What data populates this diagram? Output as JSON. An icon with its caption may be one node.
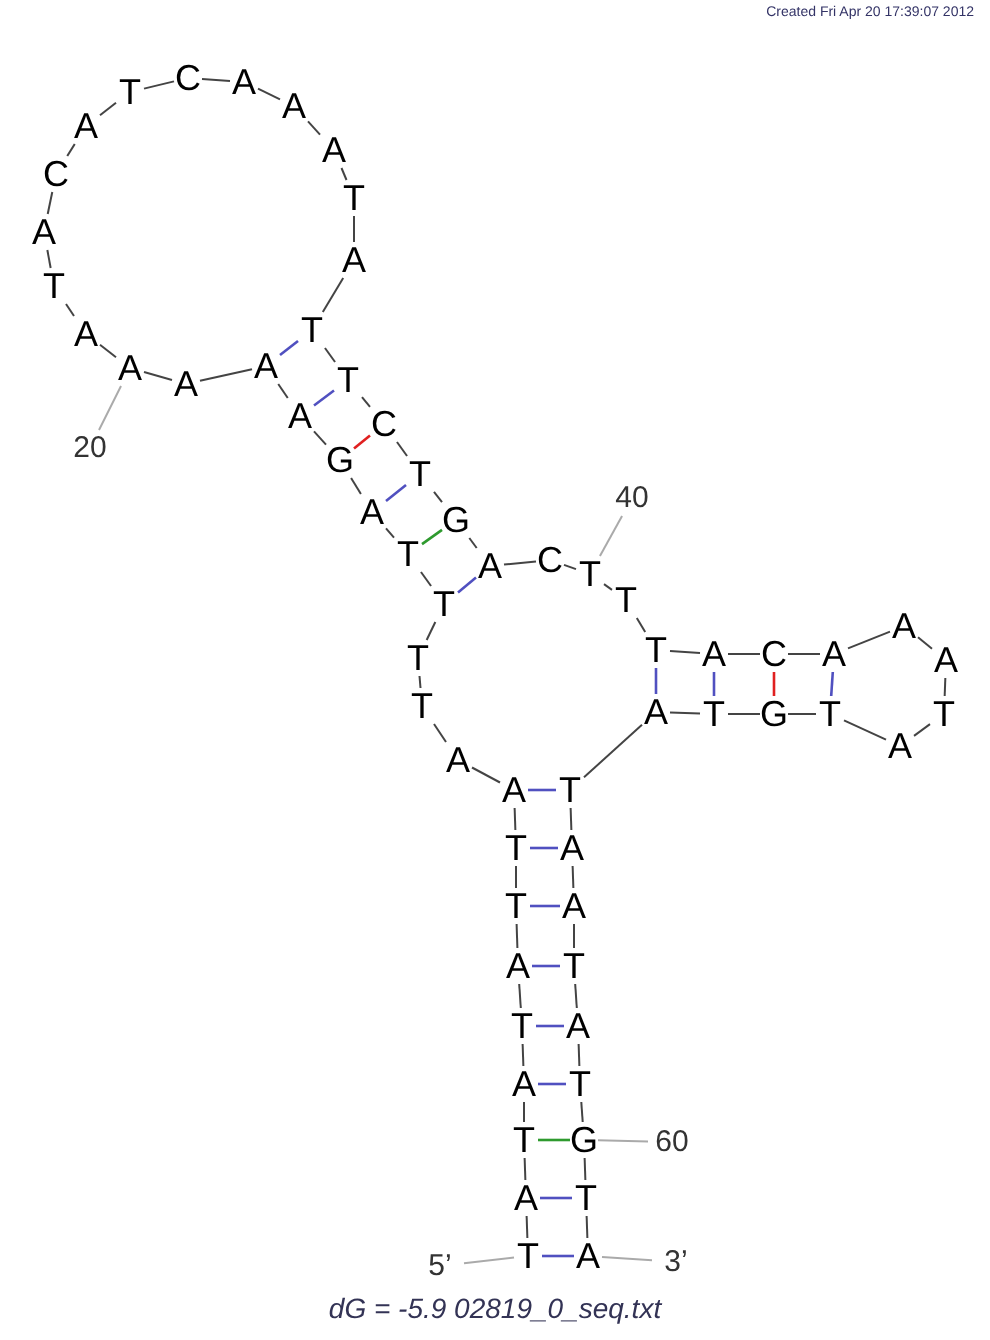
{
  "diagram": {
    "caption": "dG = -5.9 02819_0_seq.txt",
    "nodes": [
      {
        "text": [
          "T"
        ]
      },
      {
        "text": [
          "A"
        ]
      },
      {
        "text": [
          "T"
        ]
      },
      {
        "text": [
          "A"
        ]
      },
      {
        "text": [
          "T"
        ]
      },
      {
        "text": [
          "A"
        ]
      },
      {
        "text": [
          "T"
        ]
      },
      {
        "text": [
          "T"
        ]
      },
      {
        "text": [
          "A"
        ]
      },
      {
        "text": [
          "A"
        ]
      },
      {
        "text": [
          "T"
        ]
      },
      {
        "text": [
          "T"
        ]
      },
      {
        "text": [
          "T"
        ]
      },
      {
        "text": [
          "T"
        ]
      },
      {
        "text": [
          "A"
        ]
      },
      {
        "text": [
          "G"
        ]
      },
      {
        "text": [
          "A"
        ]
      },
      {
        "text": [
          "A"
        ]
      },
      {
        "text": [
          "A"
        ]
      },
      {
        "text": [
          "A"
        ]
      },
      {
        "text": [
          "A"
        ]
      },
      {
        "text": [
          "T"
        ]
      },
      {
        "text": [
          "A"
        ]
      },
      {
        "text": [
          "C"
        ]
      },
      {
        "text": [
          "A"
        ]
      },
      {
        "text": [
          "T"
        ]
      },
      {
        "text": [
          "C"
        ]
      },
      {
        "text": [
          "A"
        ]
      },
      {
        "text": [
          "A"
        ]
      },
      {
        "text": [
          "A"
        ]
      },
      {
        "text": [
          "T"
        ]
      },
      {
        "text": [
          "A"
        ]
      },
      {
        "text": [
          "T"
        ]
      },
      {
        "text": [
          "T"
        ]
      },
      {
        "text": [
          "C"
        ]
      },
      {
        "text": [
          "T"
        ]
      },
      {
        "text": [
          "G"
        ]
      },
      {
        "text": [
          "A"
        ]
      },
      {
        "text": [
          "C"
        ]
      },
      {
        "text": [
          "T"
        ]
      },
      {
        "text": [
          "T"
        ]
      },
      {
        "text": [
          "T"
        ]
      },
      {
        "text": [
          "A"
        ]
      },
      {
        "text": [
          "C"
        ]
      },
      {
        "text": [
          "A"
        ]
      },
      {
        "text": [
          "A"
        ]
      },
      {
        "text": [
          "A"
        ]
      },
      {
        "text": [
          "T"
        ]
      },
      {
        "text": [
          "A"
        ]
      },
      {
        "text": [
          "T"
        ]
      },
      {
        "text": [
          "G"
        ]
      },
      {
        "text": [
          "T"
        ]
      },
      {
        "text": [
          "A"
        ]
      },
      {
        "text": [
          "T"
        ]
      },
      {
        "text": [
          "A"
        ]
      },
      {
        "text": [
          "A"
        ]
      },
      {
        "text": [
          "T"
        ]
      },
      {
        "text": [
          "A"
        ]
      },
      {
        "text": [
          "T"
        ]
      },
      {
        "text": [
          "G"
        ]
      },
      {
        "text": [
          "T"
        ]
      },
      {
        "text": [
          "A"
        ]
      },
      {
        "text": [
          "20"
        ]
      },
      {
        "text": [
          "40"
        ]
      },
      {
        "text": [
          "60"
        ]
      },
      {
        "text": [
          "5’"
        ]
      },
      {
        "text": [
          "3’"
        ]
      }
    ],
    "edges": [
      {
        "from": 0,
        "to": 1,
        "arrow": "none"
      },
      {
        "from": 1,
        "to": 2,
        "arrow": "none"
      },
      {
        "from": 2,
        "to": 3,
        "arrow": "none"
      },
      {
        "from": 3,
        "to": 4,
        "arrow": "none"
      },
      {
        "from": 4,
        "to": 5,
        "arrow": "none"
      },
      {
        "from": 5,
        "to": 6,
        "arrow": "none"
      },
      {
        "from": 6,
        "to": 7,
        "arrow": "none"
      },
      {
        "from": 7,
        "to": 8,
        "arrow": "none"
      },
      {
        "from": 8,
        "to": 9,
        "arrow": "none"
      },
      {
        "from": 9,
        "to": 10,
        "arrow": "none"
      },
      {
        "from": 10,
        "to": 11,
        "arrow": "none"
      },
      {
        "from": 11,
        "to": 12,
        "arrow": "none"
      },
      {
        "from": 12,
        "to": 13,
        "arrow": "none"
      },
      {
        "from": 13,
        "to": 14,
        "arrow": "none"
      },
      {
        "from": 14,
        "to": 15,
        "arrow": "none"
      },
      {
        "from": 15,
        "to": 16,
        "arrow": "none"
      },
      {
        "from": 16,
        "to": 17,
        "arrow": "none"
      },
      {
        "from": 17,
        "to": 18,
        "arrow": "none"
      },
      {
        "from": 18,
        "to": 19,
        "arrow": "none"
      },
      {
        "from": 19,
        "to": 20,
        "arrow": "none"
      },
      {
        "from": 20,
        "to": 21,
        "arrow": "none"
      },
      {
        "from": 21,
        "to": 22,
        "arrow": "none"
      },
      {
        "from": 22,
        "to": 23,
        "arrow": "none"
      },
      {
        "from": 23,
        "to": 24,
        "arrow": "none"
      },
      {
        "from": 24,
        "to": 25,
        "arrow": "none"
      },
      {
        "from": 25,
        "to": 26,
        "arrow": "none"
      },
      {
        "from": 26,
        "to": 27,
        "arrow": "none"
      },
      {
        "from": 27,
        "to": 28,
        "arrow": "none"
      },
      {
        "from": 28,
        "to": 29,
        "arrow": "none"
      },
      {
        "from": 29,
        "to": 30,
        "arrow": "none"
      },
      {
        "from": 30,
        "to": 31,
        "arrow": "none"
      },
      {
        "from": 31,
        "to": 32,
        "arrow": "none"
      },
      {
        "from": 32,
        "to": 33,
        "arrow": "none"
      },
      {
        "from": 33,
        "to": 34,
        "arrow": "none"
      },
      {
        "from": 34,
        "to": 35,
        "arrow": "none"
      },
      {
        "from": 35,
        "to": 36,
        "arrow": "none"
      },
      {
        "from": 36,
        "to": 37,
        "arrow": "none"
      },
      {
        "from": 37,
        "to": 38,
        "arrow": "none"
      },
      {
        "from": 38,
        "to": 39,
        "arrow": "none"
      },
      {
        "from": 39,
        "to": 40,
        "arrow": "none"
      },
      {
        "from": 40,
        "to": 41,
        "arrow": "none"
      },
      {
        "from": 41,
        "to": 42,
        "arrow": "none"
      },
      {
        "from": 42,
        "to": 43,
        "arrow": "none"
      },
      {
        "from": 43,
        "to": 44,
        "arrow": "none"
      },
      {
        "from": 44,
        "to": 45,
        "arrow": "none"
      },
      {
        "from": 45,
        "to": 46,
        "arrow": "none"
      },
      {
        "from": 46,
        "to": 47,
        "arrow": "none"
      },
      {
        "from": 47,
        "to": 48,
        "arrow": "none"
      },
      {
        "from": 48,
        "to": 49,
        "arrow": "none"
      },
      {
        "from": 49,
        "to": 50,
        "arrow": "none"
      },
      {
        "from": 50,
        "to": 51,
        "arrow": "none"
      },
      {
        "from": 51,
        "to": 52,
        "arrow": "none"
      },
      {
        "from": 52,
        "to": 53,
        "arrow": "none"
      },
      {
        "from": 53,
        "to": 54,
        "arrow": "none"
      },
      {
        "from": 54,
        "to": 55,
        "arrow": "none"
      },
      {
        "from": 55,
        "to": 56,
        "arrow": "none"
      },
      {
        "from": 56,
        "to": 57,
        "arrow": "none"
      },
      {
        "from": 57,
        "to": 58,
        "arrow": "none"
      },
      {
        "from": 58,
        "to": 59,
        "arrow": "none"
      },
      {
        "from": 59,
        "to": 60,
        "arrow": "none"
      },
      {
        "from": 60,
        "to": 61,
        "arrow": "none"
      },
      {
        "from": 0,
        "to": 61,
        "arrow": "none",
        "color": "#5050c0"
      },
      {
        "from": 1,
        "to": 60,
        "arrow": "none",
        "color": "#5050c0"
      },
      {
        "from": 2,
        "to": 59,
        "arrow": "none",
        "color": "#2e9a2e"
      },
      {
        "from": 3,
        "to": 58,
        "arrow": "none",
        "color": "#5050c0"
      },
      {
        "from": 4,
        "to": 57,
        "arrow": "none",
        "color": "#5050c0"
      },
      {
        "from": 5,
        "to": 56,
        "arrow": "none",
        "color": "#5050c0"
      },
      {
        "from": 6,
        "to": 55,
        "arrow": "none",
        "color": "#5050c0"
      },
      {
        "from": 7,
        "to": 54,
        "arrow": "none",
        "color": "#5050c0"
      },
      {
        "from": 8,
        "to": 53,
        "arrow": "none",
        "color": "#5050c0"
      },
      {
        "from": 12,
        "to": 37,
        "arrow": "none",
        "color": "#5050c0"
      },
      {
        "from": 13,
        "to": 36,
        "arrow": "none",
        "color": "#2e9a2e"
      },
      {
        "from": 14,
        "to": 35,
        "arrow": "none",
        "color": "#5050c0"
      },
      {
        "from": 15,
        "to": 34,
        "arrow": "none",
        "color": "#e02020"
      },
      {
        "from": 16,
        "to": 33,
        "arrow": "none",
        "color": "#5050c0"
      },
      {
        "from": 17,
        "to": 32,
        "arrow": "none",
        "color": "#5050c0"
      },
      {
        "from": 41,
        "to": 52,
        "arrow": "none",
        "color": "#5050c0"
      },
      {
        "from": 42,
        "to": 51,
        "arrow": "none",
        "color": "#5050c0"
      },
      {
        "from": 43,
        "to": 50,
        "arrow": "none",
        "color": "#e02020"
      },
      {
        "from": 44,
        "to": 49,
        "arrow": "none",
        "color": "#5050c0"
      },
      {
        "from": 62,
        "to": 19,
        "arrow": "none",
        "color": "#aaaaaa"
      },
      {
        "from": 63,
        "to": 39,
        "arrow": "none",
        "color": "#aaaaaa"
      },
      {
        "from": 64,
        "to": 59,
        "arrow": "none",
        "color": "#aaaaaa"
      },
      {
        "from": 65,
        "to": 0,
        "arrow": "none",
        "color": "#aaaaaa"
      },
      {
        "from": 66,
        "to": 61,
        "arrow": "none",
        "color": "#aaaaaa"
      }
    ],
    "labels": [
      "Created Fri Apr 20 17:39:07 2012"
    ]
  }
}
